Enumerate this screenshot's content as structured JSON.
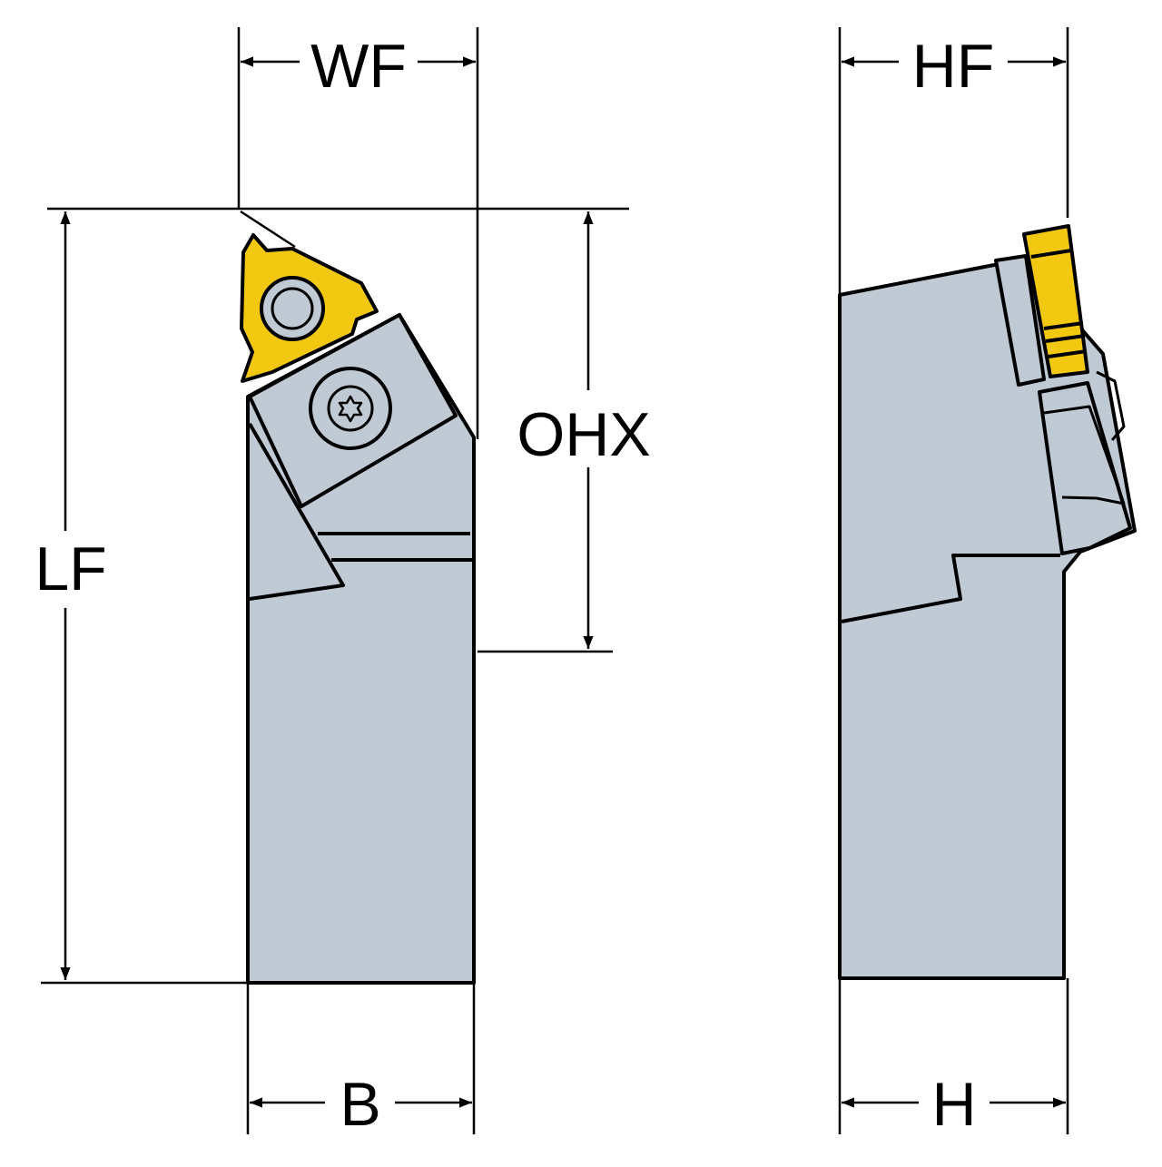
{
  "title": "Toolholder dimension drawing",
  "labels": {
    "wf": "WF",
    "lf": "LF",
    "ohx": "OHX",
    "b": "B",
    "hf": "HF",
    "h": "H"
  },
  "colors": {
    "body": "#BFCAD4",
    "insert": "#F2C811",
    "line": "#000000"
  }
}
